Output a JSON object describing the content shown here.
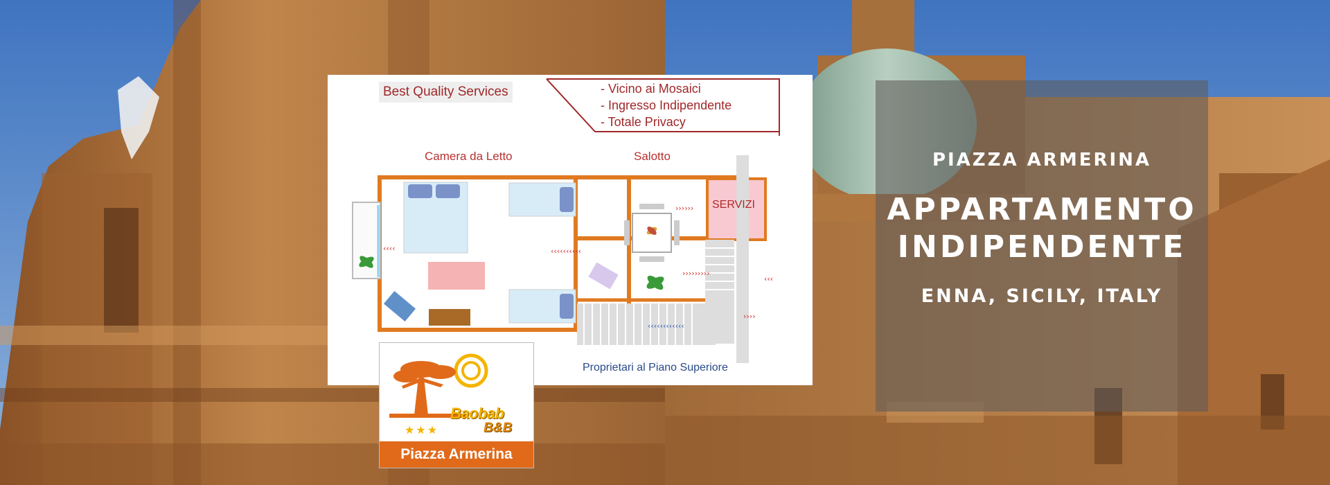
{
  "plan": {
    "tagline": "Best Quality Services",
    "features": [
      "- Vicino ai Mosaici",
      "- Ingresso Indipendente",
      "- Totale Privacy"
    ],
    "rooms": {
      "bedroom": "Camera da Letto",
      "living": "Salotto",
      "bathroom": "SERVIZI"
    },
    "owners": "Proprietari al Piano Superiore"
  },
  "logo": {
    "brand": "Baobab",
    "suffix": "B&B",
    "stars": "★★★",
    "place": "Piazza Armerina"
  },
  "overlay": {
    "city": "PIAZZA ARMERINA",
    "title_line1": "APPARTAMENTO",
    "title_line2": "INDIPENDENTE",
    "location": "ENNA, SICILY, ITALY"
  },
  "colors": {
    "wall": "#e07a20",
    "accent_red": "#a0282a",
    "sky": "#4a7fc0",
    "stone": "#b87a40",
    "logo_orange": "#e06a1a"
  }
}
